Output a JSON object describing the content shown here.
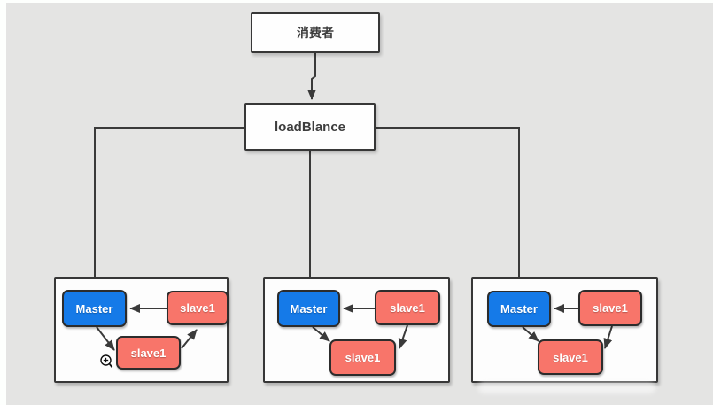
{
  "diagram": {
    "consumer_label": "消费者",
    "load_balancer_label": "loadBlance",
    "groups": [
      {
        "master": "Master",
        "slave_top": "slave1",
        "slave_bottom": "slave1",
        "edges": [
          "slave_top->master",
          "master->slave_bottom",
          "slave_bottom->slave_top"
        ]
      },
      {
        "master": "Master",
        "slave_top": "slave1",
        "slave_bottom": "slave1",
        "edges": [
          "slave_top->master",
          "master->slave_bottom",
          "slave_top->slave_bottom"
        ]
      },
      {
        "master": "Master",
        "slave_top": "slave1",
        "slave_bottom": "slave1",
        "edges": [
          "slave_top->master",
          "master->slave_bottom",
          "slave_top->slave_bottom"
        ]
      }
    ],
    "top_edges": [
      "consumer->load_balancer",
      "load_balancer->group1_master",
      "load_balancer->group2_master",
      "load_balancer->group3_master"
    ],
    "colors": {
      "canvas_bg": "#e4e4e3",
      "edge_strip": "#fdfffd",
      "box_bg": "#fefefe",
      "box_border": "#373737",
      "master_bg": "#157ae8",
      "slave_bg": "#f8756a",
      "node_text": "#ffffff",
      "line": "#3a3a3a"
    },
    "cursor_icon": "zoom-in-magnifier"
  }
}
